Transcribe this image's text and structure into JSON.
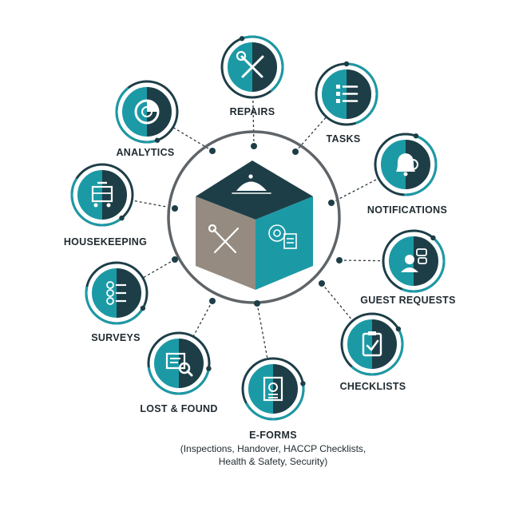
{
  "colors": {
    "dark": "#1d3e47",
    "teal": "#1b9aa6",
    "ring": "#5f6468",
    "taupe": "#958b80",
    "text": "#1f2a30"
  },
  "center": {
    "top_icon": "service-bell-icon",
    "left_icon": "wrench-screwdriver-icon",
    "right_icon": "gear-document-icon"
  },
  "modules": [
    {
      "id": "repairs",
      "label": "REPAIRS",
      "icon": "wrench-screwdriver-icon"
    },
    {
      "id": "tasks",
      "label": "TASKS",
      "icon": "task-list-icon"
    },
    {
      "id": "notifications",
      "label": "NOTIFICATIONS",
      "icon": "bell-icon"
    },
    {
      "id": "guest-requests",
      "label": "GUEST REQUESTS",
      "icon": "guest-chat-icon"
    },
    {
      "id": "checklists",
      "label": "CHECKLISTS",
      "icon": "clipboard-check-icon"
    },
    {
      "id": "e-forms",
      "label": "E-FORMS",
      "icon": "email-form-icon",
      "sublines": [
        "(Inspections, Handover, HACCP Checklists,",
        "Health & Safety, Security)"
      ]
    },
    {
      "id": "lost-found",
      "label": "LOST & FOUND",
      "icon": "magnifier-window-icon"
    },
    {
      "id": "surveys",
      "label": "SURVEYS",
      "icon": "survey-faces-icon"
    },
    {
      "id": "housekeeping",
      "label": "HOUSEKEEPING",
      "icon": "housekeeping-cart-icon"
    },
    {
      "id": "analytics",
      "label": "ANALYTICS",
      "icon": "pie-chart-icon"
    }
  ]
}
